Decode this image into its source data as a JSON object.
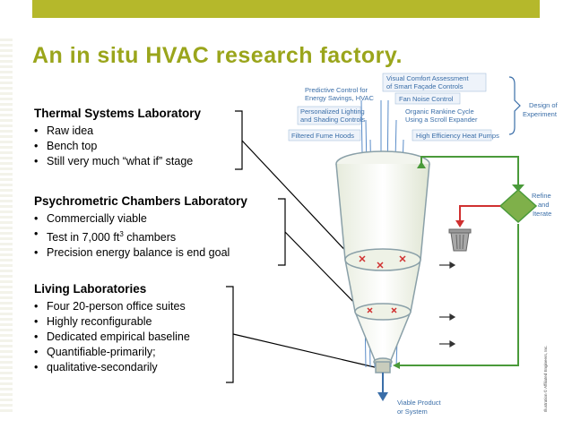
{
  "title": "An in situ HVAC research factory.",
  "sections": [
    {
      "heading": "Thermal Systems Laboratory",
      "bullets": [
        "Raw idea",
        "Bench top",
        "Still very much “what if” stage"
      ]
    },
    {
      "heading": "Psychrometric Chambers Laboratory",
      "bullets_html_parts": {
        "b1": "Commercially viable",
        "b2_pre": "Test in 7,000 ft",
        "b2_sup": "3",
        "b2_post": " chambers",
        "b3": "Precision energy balance is end goal"
      }
    },
    {
      "heading": "Living Laboratories",
      "bullets": [
        "Four 20-person office suites",
        "Highly reconfigurable",
        "Dedicated empirical baseline",
        "Quantifiable-primarily;",
        "qualitative-secondarily"
      ]
    }
  ],
  "diagram": {
    "inputs_left": [
      "Predictive Control for",
      "Energy Savings, HVAC",
      "Personalized Lighting",
      "and Shading Controls",
      "Filtered Fume Hoods"
    ],
    "inputs_right": [
      "Visual Comfort Assessment",
      "of Smart Façade Controls",
      "Fan Noise Control",
      "Organic Rankine Cycle",
      "Using a Scroll Expander",
      "High Efficiency Heat Pumps"
    ],
    "design_label": [
      "Design of",
      "Experiment"
    ],
    "refine_label": [
      "Refine",
      "and",
      "Iterate"
    ],
    "output_label": [
      "Viable Product",
      "or System"
    ],
    "credit": "Illustration © Affiliated Engineers, Inc.",
    "colors": {
      "accent": "#9aa51b",
      "bar": "#b5b82b",
      "diagram_blue": "#3a6ea8",
      "arrow_green": "#4a9a3a",
      "arrow_red": "#d03030"
    }
  }
}
